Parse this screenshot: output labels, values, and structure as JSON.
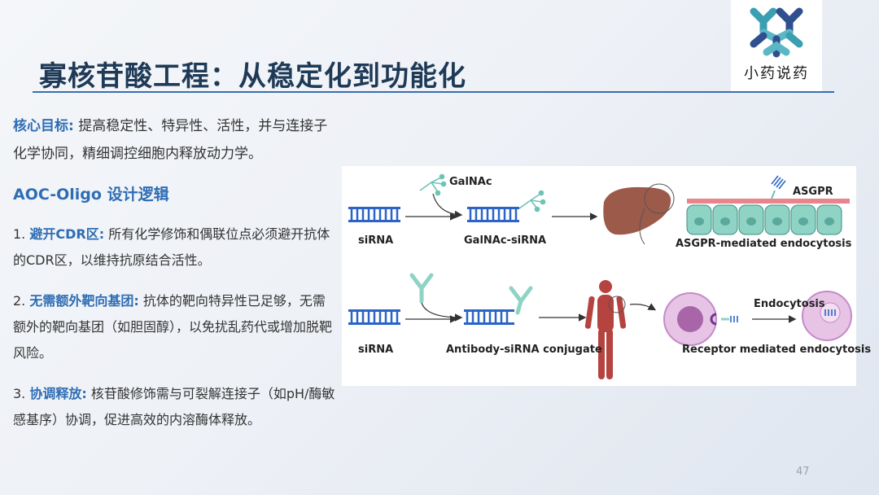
{
  "title": "寡核苷酸工程：从稳定化到功能化",
  "logo": {
    "text": "小药说药"
  },
  "goal": {
    "label": "核心目标:",
    "text": " 提高稳定性、特异性、活性，并与连接子化学协同，精细调控细胞内释放动力学。"
  },
  "section_heading": "AOC-Oligo 设计逻辑",
  "points": [
    {
      "num": "1. ",
      "label": "避开CDR区:",
      "text": " 所有化学修饰和偶联位点必须避开抗体的CDR区，以维持抗原结合活性。"
    },
    {
      "num": "2. ",
      "label": "无需额外靶向基团:",
      "text": " 抗体的靶向特异性已足够，无需额外的靶向基团（如胆固醇），以免扰乱药代或增加脱靶风险。"
    },
    {
      "num": "3. ",
      "label": "协调释放:",
      "text": " 核苷酸修饰需与可裂解连接子（如pH/酶敏感基序）协调，促进高效的内溶酶体释放。"
    }
  ],
  "figure": {
    "labels": {
      "galnac": "GalNAc",
      "asgpr": "ASGPR",
      "sirna_top": "siRNA",
      "galnac_sirna": "GalNAc-siRNA",
      "asgpr_endocytosis": "ASGPR-mediated endocytosis",
      "endocytosis": "Endocytosis",
      "sirna_bottom": "siRNA",
      "antibody_sirna": "Antibody-siRNA conjugate",
      "receptor_endocytosis": "Receptor mediated endocytosis"
    },
    "colors": {
      "sirna": "#2b64c6",
      "galnac": "#6cc3b6",
      "liver": "#9c5a4a",
      "cells": "#8fd3c4",
      "membrane": "#e8848b",
      "cell_pink": "#e7c3e6",
      "body": "#b5433f"
    }
  },
  "page_number": "47"
}
